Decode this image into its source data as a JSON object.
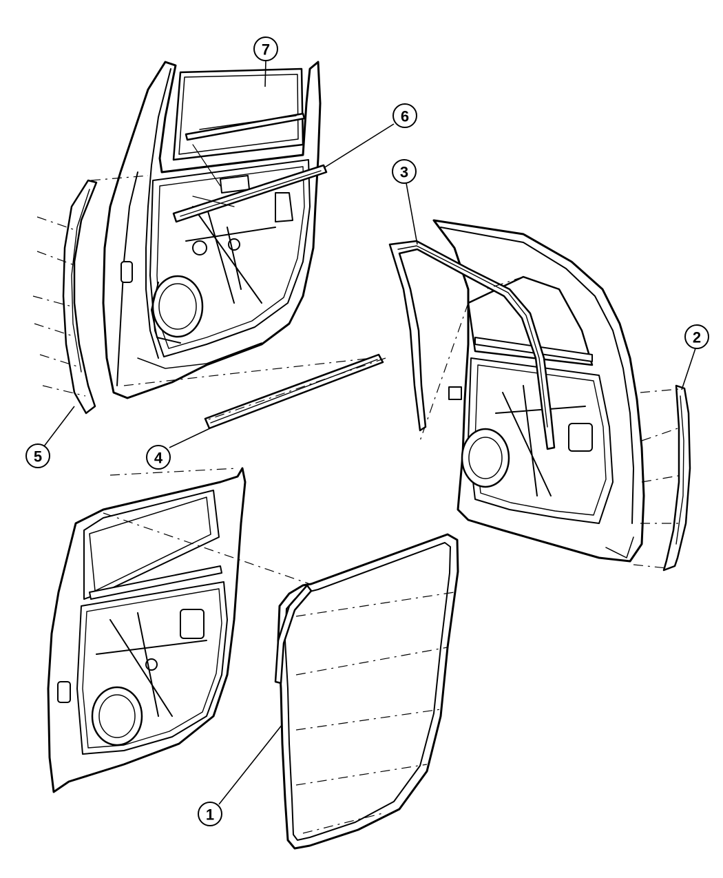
{
  "diagram": {
    "background_color": "#ffffff",
    "line_color": "#000000",
    "callouts": [
      {
        "id": "1",
        "label": "1"
      },
      {
        "id": "2",
        "label": "2"
      },
      {
        "id": "3",
        "label": "3"
      },
      {
        "id": "4",
        "label": "4"
      },
      {
        "id": "5",
        "label": "5"
      },
      {
        "id": "6",
        "label": "6"
      },
      {
        "id": "7",
        "label": "7"
      }
    ]
  }
}
